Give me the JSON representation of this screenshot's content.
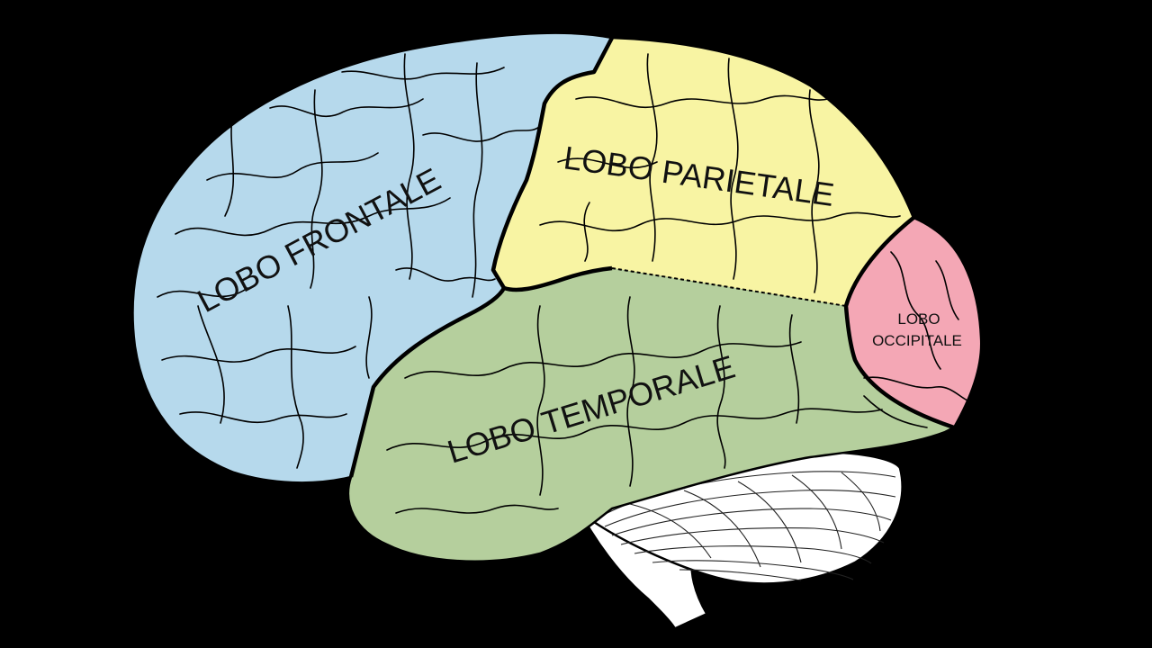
{
  "diagram": {
    "lobes": [
      {
        "id": "frontal",
        "label": "LOBO FRONTALE",
        "color": "#b6d9ec"
      },
      {
        "id": "parietal",
        "label": "LOBO PARIETALE",
        "color": "#f8f4a3"
      },
      {
        "id": "temporal",
        "label": "LOBO TEMPORALE",
        "color": "#b5cf9d"
      },
      {
        "id": "occipital",
        "label_line1": "LOBO",
        "label_line2": "OCCIPITALE",
        "color": "#f4a7b5"
      }
    ],
    "cerebellum_color": "#ffffff",
    "background_color": "#000000"
  }
}
